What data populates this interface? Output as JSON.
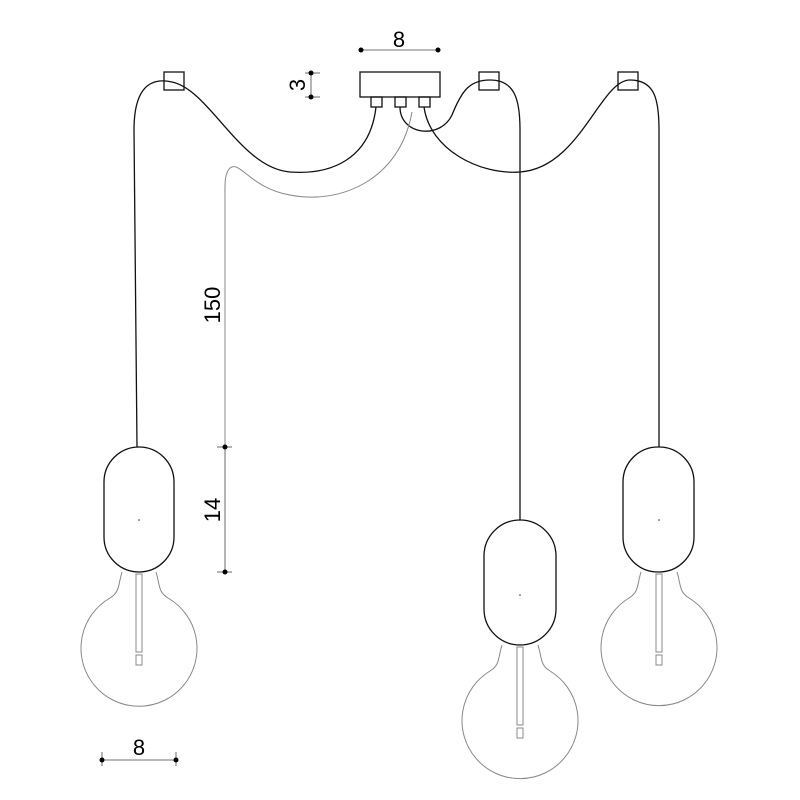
{
  "dimensions": {
    "canopy_width": "8",
    "canopy_height": "3",
    "cable_length": "150",
    "socket_height": "14",
    "socket_width": "8"
  }
}
